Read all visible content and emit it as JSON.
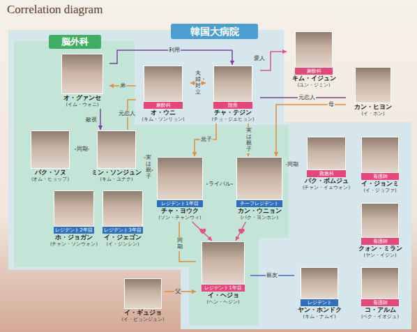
{
  "diagram": {
    "title": "Correlation diagram",
    "nodes": [
      {
        "text": [
          "韓国大病院"
        ]
      },
      {
        "text": [
          "脳外科"
        ],
        "in": 0
      },
      {
        "text": [
          "麻酔科",
          "キム・イジュン",
          "(ユン・ジミン)"
        ]
      },
      {
        "text": [
          "オ・グァンセ",
          "(イム・ウォニ)"
        ],
        "in": 1
      },
      {
        "text": [
          "麻酔科",
          "オ・ウニ",
          "(キム・ソンリョン)"
        ],
        "in": 0
      },
      {
        "text": [
          "院長",
          "チャ・テジン",
          "(チョ・ジェヒョン)"
        ],
        "in": 0
      },
      {
        "text": [
          "カン・ヒヨン",
          "(イ・ホン)"
        ]
      },
      {
        "text": [
          "パク・ソヌ",
          "(オム・ヒョップ)"
        ],
        "in": 1
      },
      {
        "text": [
          "ミン・ソンジュン",
          "(キム・ユナク)"
        ],
        "in": 1
      },
      {
        "text": [
          "救急科",
          "パク・ボムジュ",
          "(チャン・イェウォン)"
        ],
        "in": 0
      },
      {
        "text": [
          "看護師",
          "イ・ジョンミ",
          "(イ・ジョファ)"
        ],
        "in": 0
      },
      {
        "text": [
          "レジデント1年目",
          "チャ・ヨウク",
          "(ソン・チャンウィ)"
        ],
        "in": 1
      },
      {
        "text": [
          "チーフレジデント",
          "カン・ウニョン",
          "(パク・ヨンホン)"
        ],
        "in": 1
      },
      {
        "text": [
          "レジデント2年目",
          "ホ・ジョガン",
          "(チャン・ソンウォン)"
        ],
        "in": 1
      },
      {
        "text": [
          "レジデント3年目",
          "イ・ジェゴン",
          "(イ・ジンシン)"
        ],
        "in": 1
      },
      {
        "text": [
          "看護師",
          "クォン・ミラン",
          "(ヤン・イジン)"
        ],
        "in": 0
      },
      {
        "text": [
          "イ・ギュジョ",
          "(イ・ビョンジュン)"
        ]
      },
      {
        "text": [
          "レジデント1年目",
          "イ・ヘジョ",
          "(ヘン・ヘジン)"
        ],
        "in": 1
      },
      {
        "text": [
          "レジデント",
          "ヤン・ホンドク",
          "(キム・ナムイ)"
        ],
        "in": 0
      },
      {
        "text": [
          "看護師",
          "コ・アルム",
          "(ペク・イオジュ)"
        ],
        "in": 0
      }
    ],
    "edges": [
      {
        "from": 3,
        "to": 5,
        "label": "利用",
        "arrow": "to"
      },
      {
        "from": 4,
        "to": 3,
        "label": "弟",
        "arrow": "to"
      },
      {
        "from": 4,
        "to": 5,
        "label": "夫婦・対立",
        "arrow": "both"
      },
      {
        "from": 5,
        "to": 2,
        "label": "愛人",
        "arrow": "to"
      },
      {
        "from": 5,
        "to": 6,
        "label": "元恋人",
        "arrow": "none"
      },
      {
        "from": 6,
        "to": 12,
        "label": "母",
        "arrow": "to"
      },
      {
        "from": 5,
        "to": 12,
        "label": "実は親子",
        "arrow": "to"
      },
      {
        "from": 5,
        "to": 11,
        "label": "息子",
        "arrow": "to"
      },
      {
        "from": 4,
        "to": 8,
        "label": "元恋人",
        "arrow": "none"
      },
      {
        "from": 3,
        "to": 8,
        "label": "敵視",
        "arrow": "to"
      },
      {
        "from": 7,
        "to": 8,
        "label": "同期",
        "arrow": "none"
      },
      {
        "from": 8,
        "to": 11,
        "label": "実は親子",
        "arrow": "to"
      },
      {
        "from": 11,
        "to": 12,
        "label": "ライバル",
        "arrow": "none"
      },
      {
        "from": 11,
        "to": 17,
        "arrow": "to"
      },
      {
        "from": 11,
        "to": 17,
        "label": "同期",
        "arrow": "none"
      },
      {
        "from": 12,
        "to": 17,
        "arrow": "to"
      },
      {
        "from": 12,
        "to": 9,
        "label": "同期",
        "arrow": "none"
      },
      {
        "from": 16,
        "to": 17,
        "label": "父",
        "arrow": "to"
      },
      {
        "from": 17,
        "to": 18,
        "label": "親友",
        "arrow": "none"
      }
    ]
  }
}
